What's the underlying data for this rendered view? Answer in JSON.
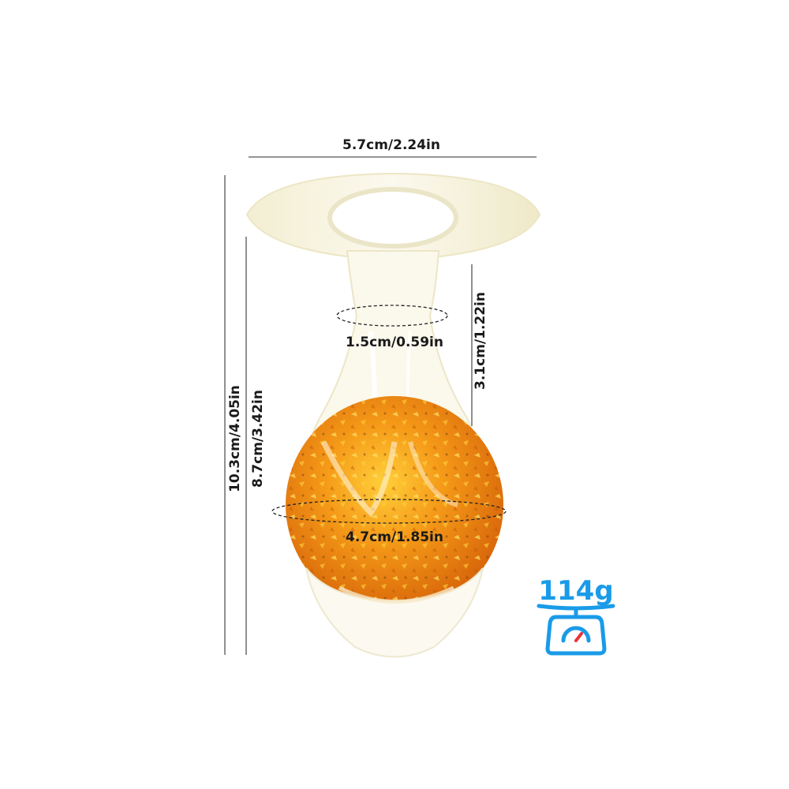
{
  "dimensions": {
    "top_width": "5.7cm/2.24in",
    "neck_diameter": "1.5cm/0.59in",
    "neck_length": "3.1cm/1.22in",
    "total_length": "10.3cm/4.05in",
    "insertable_length": "8.7cm/3.42in",
    "bulb_diameter": "4.7cm/1.85in"
  },
  "weight": {
    "value": "114g",
    "icon": "scale-icon",
    "color": "#1a9be8"
  },
  "colors": {
    "dimension_line": "#555555",
    "dimension_text": "#1a1a1a",
    "glass": "#f7f3de",
    "amber": "#f08a10"
  }
}
